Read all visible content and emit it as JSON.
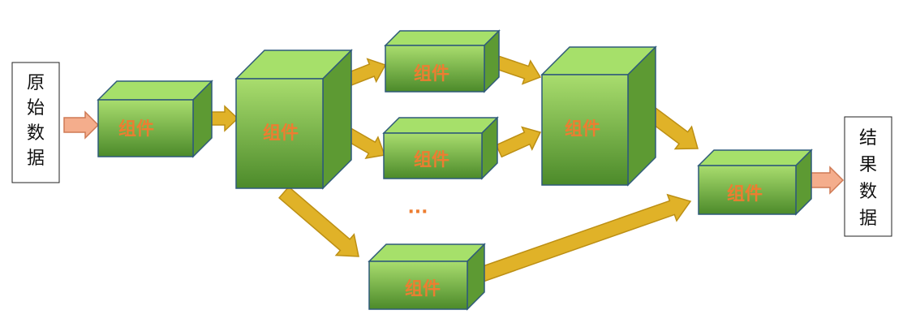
{
  "colors": {
    "cube_front_top": "#a9dd6e",
    "cube_front_bottom": "#4c8a2a",
    "cube_top": "#a6e06a",
    "cube_side": "#5d9a33",
    "cube_stroke": "#2e5a7a",
    "arrow_fill": "#e0b228",
    "arrow_stroke": "#bc8f14",
    "io_arrow_fill": "#f4ad8c",
    "io_arrow_stroke": "#cf7a55",
    "label": "#ed7d31"
  },
  "input_box": {
    "text": [
      "原",
      "始",
      "数",
      "据"
    ]
  },
  "output_box": {
    "text": [
      "结",
      "果",
      "数",
      "据"
    ]
  },
  "components": [
    {
      "id": "c1",
      "label": "组件"
    },
    {
      "id": "c2",
      "label": "组件"
    },
    {
      "id": "c3",
      "label": "组件"
    },
    {
      "id": "c4",
      "label": "组件"
    },
    {
      "id": "c5",
      "label": "组件"
    },
    {
      "id": "c6",
      "label": "组件"
    },
    {
      "id": "c7",
      "label": "组件"
    }
  ],
  "ellipsis": "···",
  "connections": [
    {
      "from": "input",
      "to": "c1",
      "style": "io"
    },
    {
      "from": "c1",
      "to": "c2",
      "style": "flow"
    },
    {
      "from": "c2",
      "to": "c3",
      "style": "flow"
    },
    {
      "from": "c2",
      "to": "c4",
      "style": "flow"
    },
    {
      "from": "c2",
      "to": "c6",
      "style": "flow"
    },
    {
      "from": "c3",
      "to": "c5",
      "style": "flow"
    },
    {
      "from": "c4",
      "to": "c5",
      "style": "flow"
    },
    {
      "from": "c5",
      "to": "c7",
      "style": "flow"
    },
    {
      "from": "c6",
      "to": "c7",
      "style": "flow"
    },
    {
      "from": "c7",
      "to": "output",
      "style": "io"
    }
  ]
}
